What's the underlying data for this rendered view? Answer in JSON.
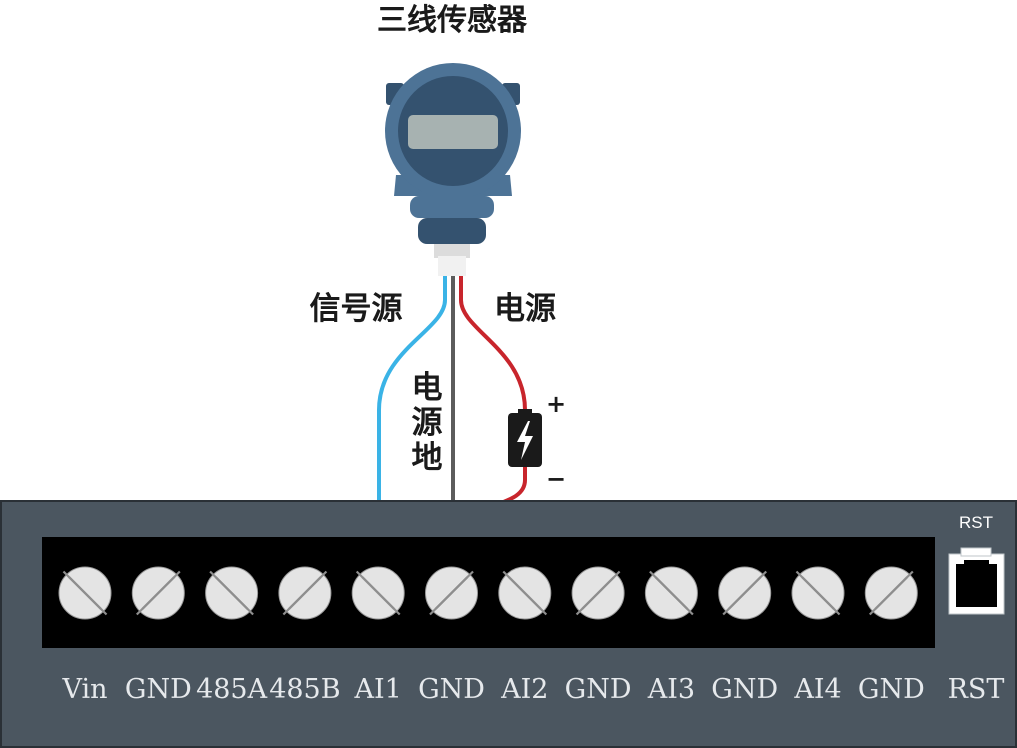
{
  "title": "三线传感器",
  "wire_labels": {
    "signal": "信号源",
    "power": "电源",
    "ground": [
      "电",
      "源",
      "地"
    ]
  },
  "battery": {
    "plus": "+",
    "minus": "−"
  },
  "rst_button_label": "RST",
  "terminals": [
    "Vin",
    "GND",
    "485A",
    "485B",
    "AI1",
    "GND",
    "AI2",
    "GND",
    "AI3",
    "GND",
    "AI4",
    "GND",
    "RST"
  ],
  "colors": {
    "board": "#4b5660",
    "terminal_strip": "#000000",
    "screw": "#e4e4e4",
    "sensor_body": "#4d7396",
    "sensor_dark": "#34526f",
    "lcd": "#a7b2b1",
    "signal_wire": "#3ab3e6",
    "power_wire": "#c8252c",
    "ground_wire": "#5c5c5c"
  }
}
